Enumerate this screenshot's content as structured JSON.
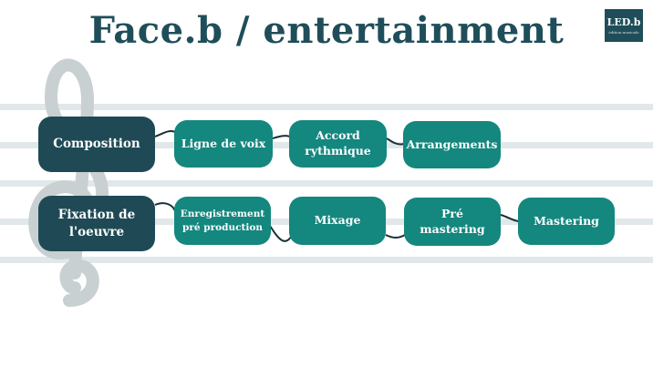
{
  "title": "Face.b / entertainment",
  "logo": {
    "text": "LED.b",
    "subtext": "édition musicale"
  },
  "colors": {
    "dark": "#1f4a55",
    "teal": "#14877f",
    "title": "#1f4e5a",
    "staff": "#e1e8ea",
    "clef": "#c8d0d2"
  },
  "icons": {
    "treble_clef": "treble-clef-icon"
  },
  "rows": [
    {
      "head": "Composition",
      "steps": [
        "Ligne de voix",
        "Accord rythmique",
        "Arrangements"
      ]
    },
    {
      "head": "Fixation de l'oeuvre",
      "steps": [
        "Enregistrement pré production",
        "Mixage",
        "Pré mastering",
        "Mastering"
      ]
    }
  ]
}
